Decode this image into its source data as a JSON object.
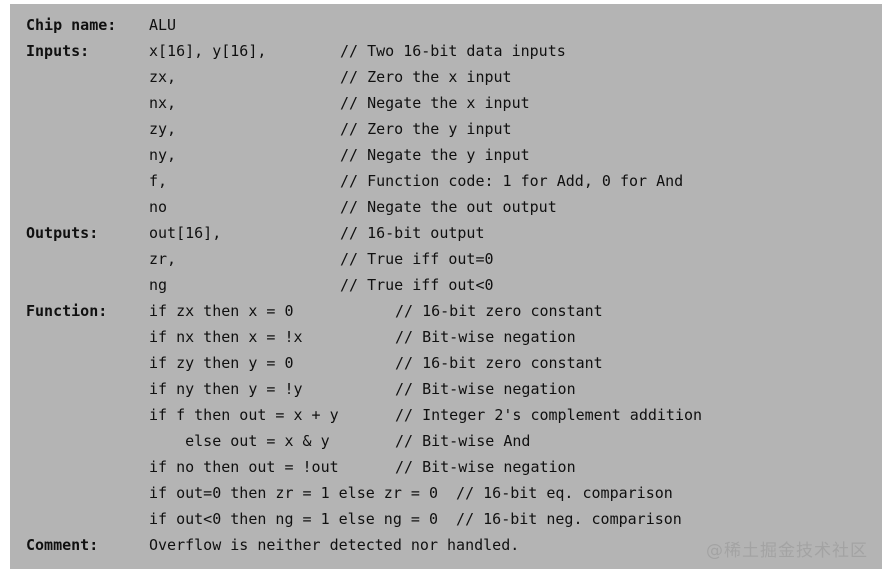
{
  "panel": {
    "background_color": "#b4b4b4",
    "text_color": "#101010",
    "page_background": "#ffffff"
  },
  "watermark": {
    "text": "@稀土掘金技术社区",
    "color": "#a3a3a3"
  },
  "spec": {
    "title_label": "Chip name:",
    "chip_name": "ALU",
    "lines": [
      {
        "label": "Chip name:",
        "code": "ALU",
        "comment": "",
        "comment_col": "a"
      },
      {
        "label": "Inputs:",
        "code": "x[16], y[16],",
        "comment": "// Two 16-bit data inputs",
        "comment_col": "a"
      },
      {
        "label": "",
        "code": "zx,",
        "comment": "// Zero the x input",
        "comment_col": "a"
      },
      {
        "label": "",
        "code": "nx,",
        "comment": "// Negate the x input",
        "comment_col": "a"
      },
      {
        "label": "",
        "code": "zy,",
        "comment": "// Zero the y input",
        "comment_col": "a"
      },
      {
        "label": "",
        "code": "ny,",
        "comment": "// Negate the y input",
        "comment_col": "a"
      },
      {
        "label": "",
        "code": "f,",
        "comment": "// Function code: 1 for Add, 0 for And",
        "comment_col": "a"
      },
      {
        "label": "",
        "code": "no",
        "comment": "// Negate the out output",
        "comment_col": "a"
      },
      {
        "label": "Outputs:",
        "code": "out[16],",
        "comment": "// 16-bit output",
        "comment_col": "a"
      },
      {
        "label": "",
        "code": "zr,",
        "comment": "// True iff out=0",
        "comment_col": "a"
      },
      {
        "label": "",
        "code": "ng",
        "comment": "// True iff out<0",
        "comment_col": "a"
      },
      {
        "label": "Function:",
        "code": "if zx then x = 0",
        "comment": "// 16-bit zero constant",
        "comment_col": "b"
      },
      {
        "label": "",
        "code": "if nx then x = !x",
        "comment": "// Bit-wise negation",
        "comment_col": "b"
      },
      {
        "label": "",
        "code": "if zy then y = 0",
        "comment": "// 16-bit zero constant",
        "comment_col": "b"
      },
      {
        "label": "",
        "code": "if ny then y = !y",
        "comment": "// Bit-wise negation",
        "comment_col": "b"
      },
      {
        "label": "",
        "code": "if f then out = x + y",
        "comment": "// Integer 2's complement addition",
        "comment_col": "b"
      },
      {
        "label": "",
        "code": "    else out = x & y",
        "comment": "// Bit-wise And",
        "comment_col": "b"
      },
      {
        "label": "",
        "code": "if no then out = !out",
        "comment": "// Bit-wise negation",
        "comment_col": "b"
      },
      {
        "label": "",
        "code": "if out=0 then zr = 1 else zr = 0  // 16-bit eq. comparison",
        "comment": "",
        "comment_col": "b"
      },
      {
        "label": "",
        "code": "if out<0 then ng = 1 else ng = 0  // 16-bit neg. comparison",
        "comment": "",
        "comment_col": "b"
      },
      {
        "label": "Comment:",
        "code": "Overflow is neither detected nor handled.",
        "comment": "",
        "comment_col": "b"
      }
    ]
  }
}
